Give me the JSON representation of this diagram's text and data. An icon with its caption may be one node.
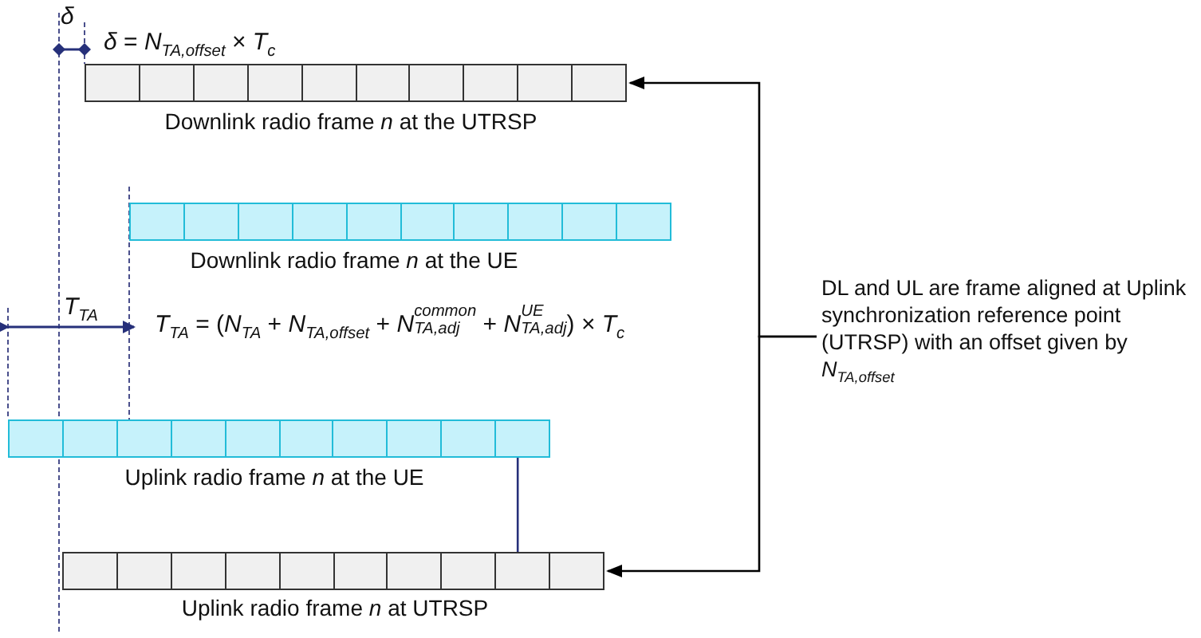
{
  "diagram": {
    "nodes": [
      {
        "text": [],
        "shape": "bar",
        "beside": [
          "Downlink radio frame *n* at the UTRSP"
        ]
      },
      {
        "text": [],
        "shape": "bar",
        "beside": [
          "Downlink radio frame *n* at the UE"
        ]
      },
      {
        "text": [],
        "shape": "bar",
        "beside": [
          "Uplink radio frame *n* at the UE"
        ]
      },
      {
        "text": [],
        "shape": "bar",
        "beside": [
          "Uplink radio frame *n* at UTRSP"
        ]
      },
      {
        "text": [
          "DL and UL are frame aligned at Uplink synchronization reference point (UTRSP) with an offset given by *N*$_{TA,offset}$"
        ]
      }
    ],
    "edges": [
      {
        "from": 4,
        "to": 0,
        "arrow": "to"
      },
      {
        "from": 4,
        "to": 3,
        "arrow": "to"
      },
      {
        "from": 2,
        "to": 3,
        "arrow": "none",
        "color": "#26307a"
      }
    ],
    "labels": [
      "*δ*",
      "*δ* = *N*$_{TA,offset}$ × *T*$_{c}$",
      "*T*$_{TA}$",
      "*T*$_{TA}$ = (*N*$_{TA}$ + *N*$_{TA,offset}$ + *N*$^{common}$$_{TA,adj}$ + *N*$^{UE}$$_{TA,adj}$) × *T*$_{c}$"
    ]
  }
}
